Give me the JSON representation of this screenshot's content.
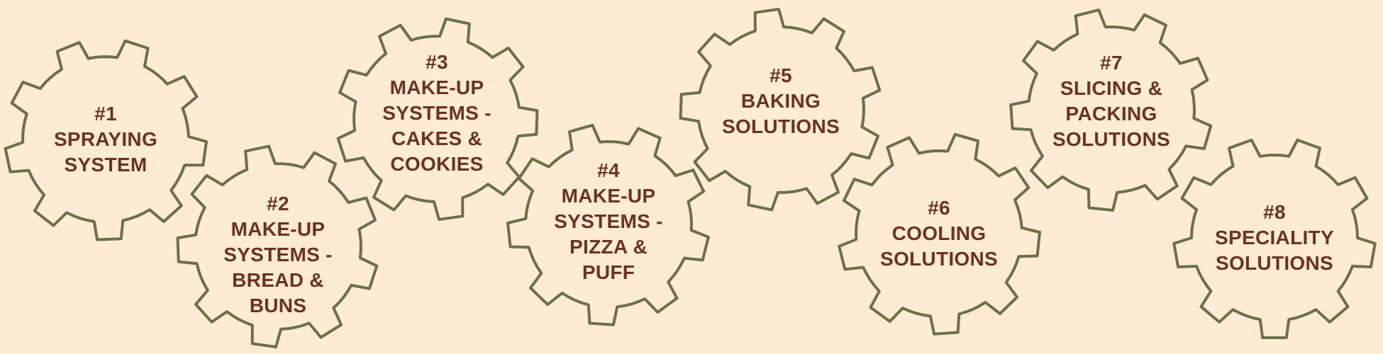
{
  "colors": {
    "background": "#fdebd5",
    "gear_stroke": "#6b7048",
    "text": "#6b3226"
  },
  "gears": [
    {
      "lines": [
        "#1",
        "SPRAYING",
        "SYSTEM"
      ]
    },
    {
      "lines": [
        "#2",
        "MAKE-UP",
        "SYSTEMS -",
        "BREAD &",
        "BUNS"
      ]
    },
    {
      "lines": [
        "#3",
        "MAKE-UP",
        "SYSTEMS -",
        "CAKES &",
        "COOKIES"
      ]
    },
    {
      "lines": [
        "#4",
        "MAKE-UP",
        "SYSTEMS -",
        "PIZZA &",
        "PUFF"
      ]
    },
    {
      "lines": [
        "#5",
        "BAKING",
        "SOLUTIONS"
      ]
    },
    {
      "lines": [
        "#6",
        "COOLING",
        "SOLUTIONS"
      ]
    },
    {
      "lines": [
        "#7",
        "SLICING &",
        "PACKING",
        "SOLUTIONS"
      ]
    },
    {
      "lines": [
        "#8",
        "SPECIALITY",
        "SOLUTIONS"
      ]
    }
  ]
}
